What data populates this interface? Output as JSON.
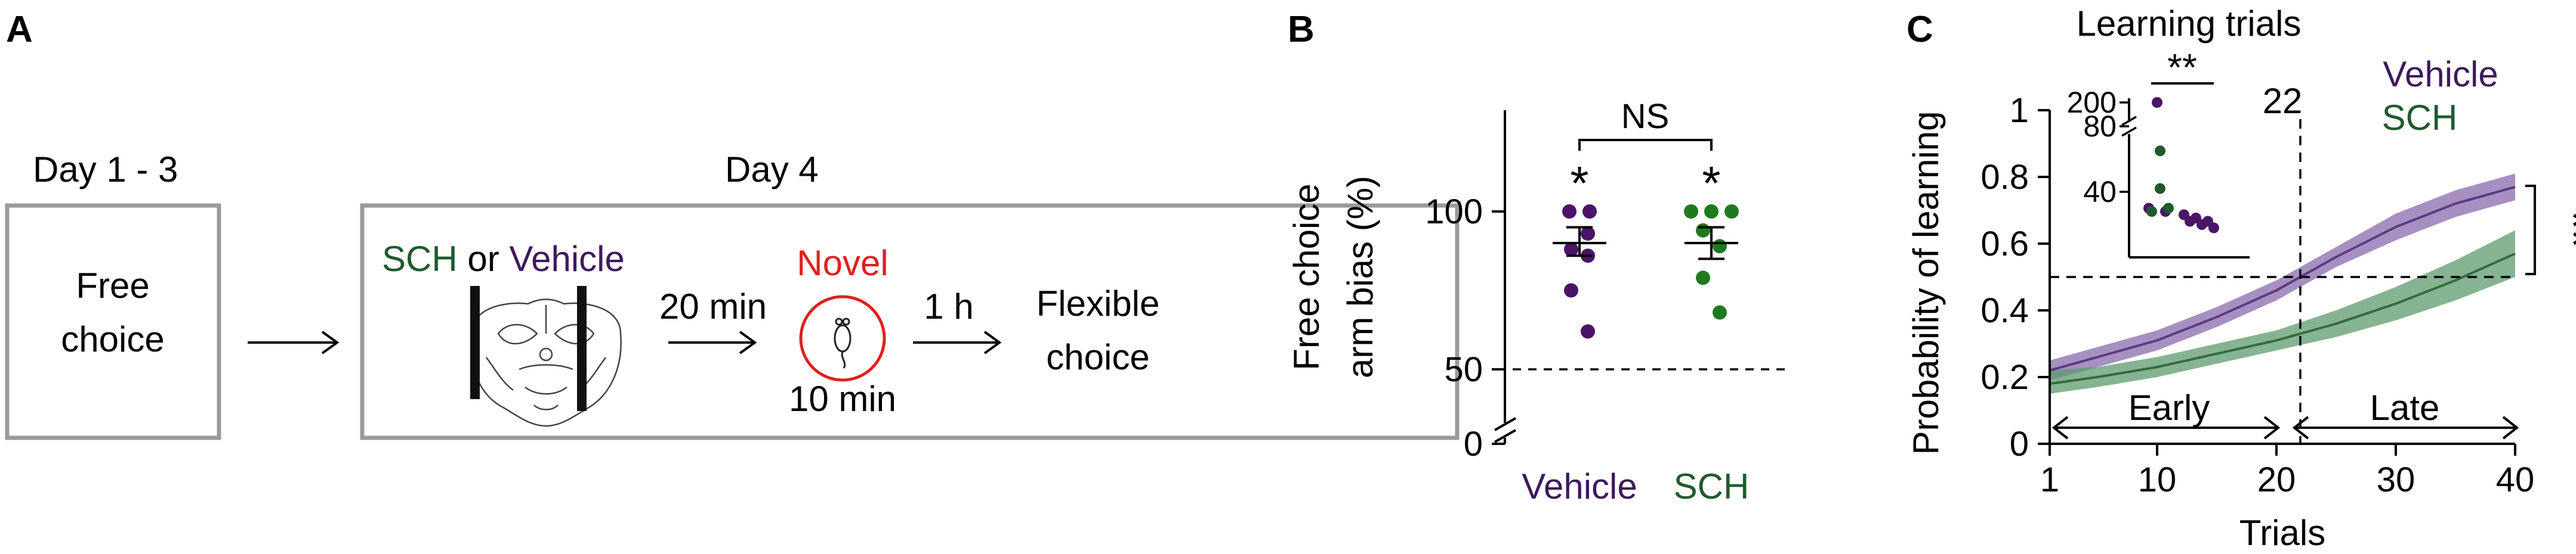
{
  "panel_labels": {
    "a": "A",
    "b": "B",
    "c": "C"
  },
  "panel_a": {
    "day1_label": "Day 1 - 3",
    "day4_label": "Day 4",
    "free_choice_line1": "Free",
    "free_choice_line2": "choice",
    "sch_text": "SCH",
    "or_text": " or ",
    "vehicle_text": "Vehicle",
    "arrow1_label": "20 min",
    "novel_label": "Novel",
    "novel_duration": "10 min",
    "arrow2_label": "1 h",
    "flexible_line1": "Flexible",
    "flexible_line2": "choice",
    "colors": {
      "sch": "#1f5a2e",
      "vehicle": "#3d1a5c",
      "novel": "#e0201b",
      "box": "#9a9a9a"
    },
    "icons": [
      "brain-slice-icon",
      "mouse-icon",
      "cannula-icon"
    ]
  },
  "chart_data": [
    {
      "type": "scatter",
      "panel": "B",
      "ylabel_line1": "Free choice",
      "ylabel_line2": "arm bias (%)",
      "yticks": [
        0,
        50,
        100
      ],
      "ylim": [
        0,
        130
      ],
      "axis_break": true,
      "reference_line": 50,
      "categories": [
        "Vehicle",
        "SCH"
      ],
      "significance_between": "NS",
      "significance_markers": [
        "*",
        "*"
      ],
      "series": [
        {
          "category": "Vehicle",
          "color": "#4b1466",
          "values": [
            100,
            100,
            93,
            88,
            86,
            75,
            62
          ],
          "mean": 90,
          "sem_low": 86,
          "sem_high": 95
        },
        {
          "category": "SCH",
          "color": "#1f7a1f",
          "values": [
            100,
            100,
            100,
            94,
            89,
            79,
            68
          ],
          "mean": 90,
          "sem_low": 85,
          "sem_high": 95
        }
      ]
    },
    {
      "type": "line",
      "panel": "C",
      "title": "Learning trials",
      "xlabel": "Trials",
      "ylabel": "Probability of learning",
      "xticks": [
        1,
        10,
        20,
        30,
        40
      ],
      "yticks": [
        0,
        0.2,
        0.4,
        0.6,
        0.8,
        1
      ],
      "ytick_labels": [
        "0",
        "0.2",
        "0.4",
        "0.6",
        "0.8",
        "1"
      ],
      "xlim": [
        1,
        40
      ],
      "ylim": [
        0,
        1
      ],
      "threshold_y": 0.5,
      "threshold_x": 22,
      "threshold_x_label": "22",
      "early_label": "Early",
      "late_label": "Late",
      "significance": "**",
      "series": [
        {
          "name": "Vehicle",
          "color": "#5a3a82",
          "band_color": "#8a6aae",
          "x": [
            1,
            5,
            10,
            15,
            20,
            22,
            25,
            30,
            35,
            40
          ],
          "y": [
            0.22,
            0.26,
            0.31,
            0.38,
            0.46,
            0.5,
            0.56,
            0.65,
            0.72,
            0.77
          ],
          "y_low": [
            0.19,
            0.23,
            0.28,
            0.35,
            0.43,
            0.47,
            0.53,
            0.61,
            0.68,
            0.73
          ],
          "y_high": [
            0.25,
            0.29,
            0.34,
            0.41,
            0.49,
            0.53,
            0.59,
            0.69,
            0.76,
            0.81
          ]
        },
        {
          "name": "SCH",
          "color": "#2f6b3f",
          "band_color": "#5e9a6d",
          "x": [
            1,
            5,
            10,
            15,
            20,
            25,
            30,
            35,
            40
          ],
          "y": [
            0.18,
            0.2,
            0.23,
            0.27,
            0.31,
            0.36,
            0.42,
            0.49,
            0.57
          ],
          "y_low": [
            0.15,
            0.17,
            0.2,
            0.24,
            0.28,
            0.32,
            0.37,
            0.43,
            0.5
          ],
          "y_high": [
            0.22,
            0.23,
            0.26,
            0.3,
            0.34,
            0.4,
            0.47,
            0.55,
            0.64
          ]
        }
      ],
      "inset": {
        "yticks": [
          40,
          80,
          200
        ],
        "ytick_labels": [
          "40",
          "80",
          "200"
        ],
        "significance": "**",
        "groups": [
          {
            "name": "Vehicle",
            "color": "#4b1466",
            "values": [
              190,
              30,
              28
            ]
          },
          {
            "name": "SCH",
            "color": "#1f5a2e",
            "values": [
              65,
              42,
              30,
              28
            ]
          },
          {
            "name": "Vehicle-right",
            "color": "#4b1466",
            "values": [
              26,
              24,
              22,
              22,
              20,
              18
            ]
          }
        ]
      }
    }
  ]
}
